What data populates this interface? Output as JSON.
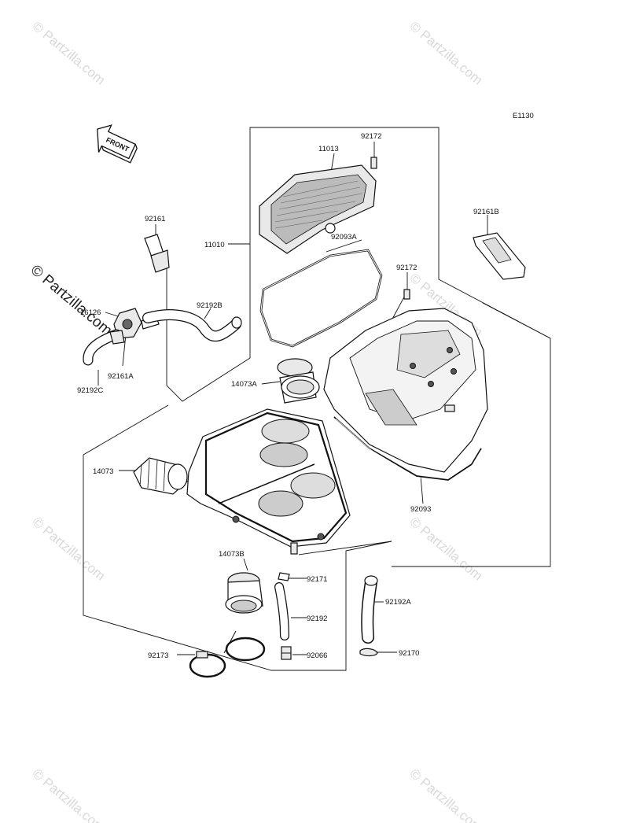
{
  "diagram_code": "E1130",
  "front_label": "FRONT",
  "watermark": "© Partzilla.com",
  "parts": {
    "p11013": "11013",
    "p92172_top": "92172",
    "p11010": "11010",
    "p92093A": "92093A",
    "p92161": "92161",
    "p92161B": "92161B",
    "p92172_mid": "92172",
    "p16126": "16126",
    "p92192B": "92192B",
    "p92161A": "92161A",
    "p92192C": "92192C",
    "p14073A": "14073A",
    "p14073": "14073",
    "p92093": "92093",
    "p14073B": "14073B",
    "p92171": "92171",
    "p92192A": "92192A",
    "p92192": "92192",
    "p92173": "92173",
    "p92066": "92066",
    "p92170": "92170"
  }
}
